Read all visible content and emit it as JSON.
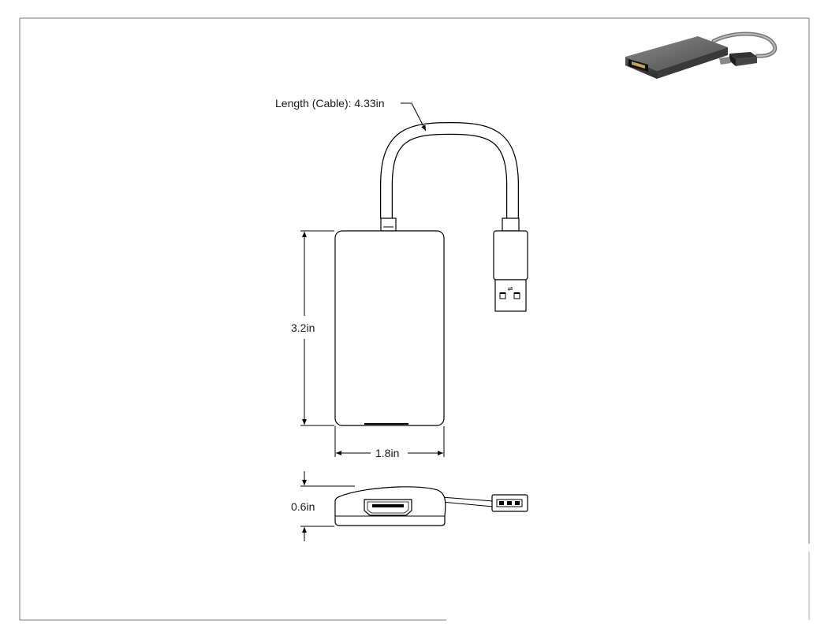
{
  "drawing": {
    "dimensions": {
      "cable_length": "Length (Cable): 4.33in",
      "height": "3.2in",
      "width": "1.8in",
      "thickness": "0.6in"
    },
    "usb_symbol": "⇌"
  }
}
